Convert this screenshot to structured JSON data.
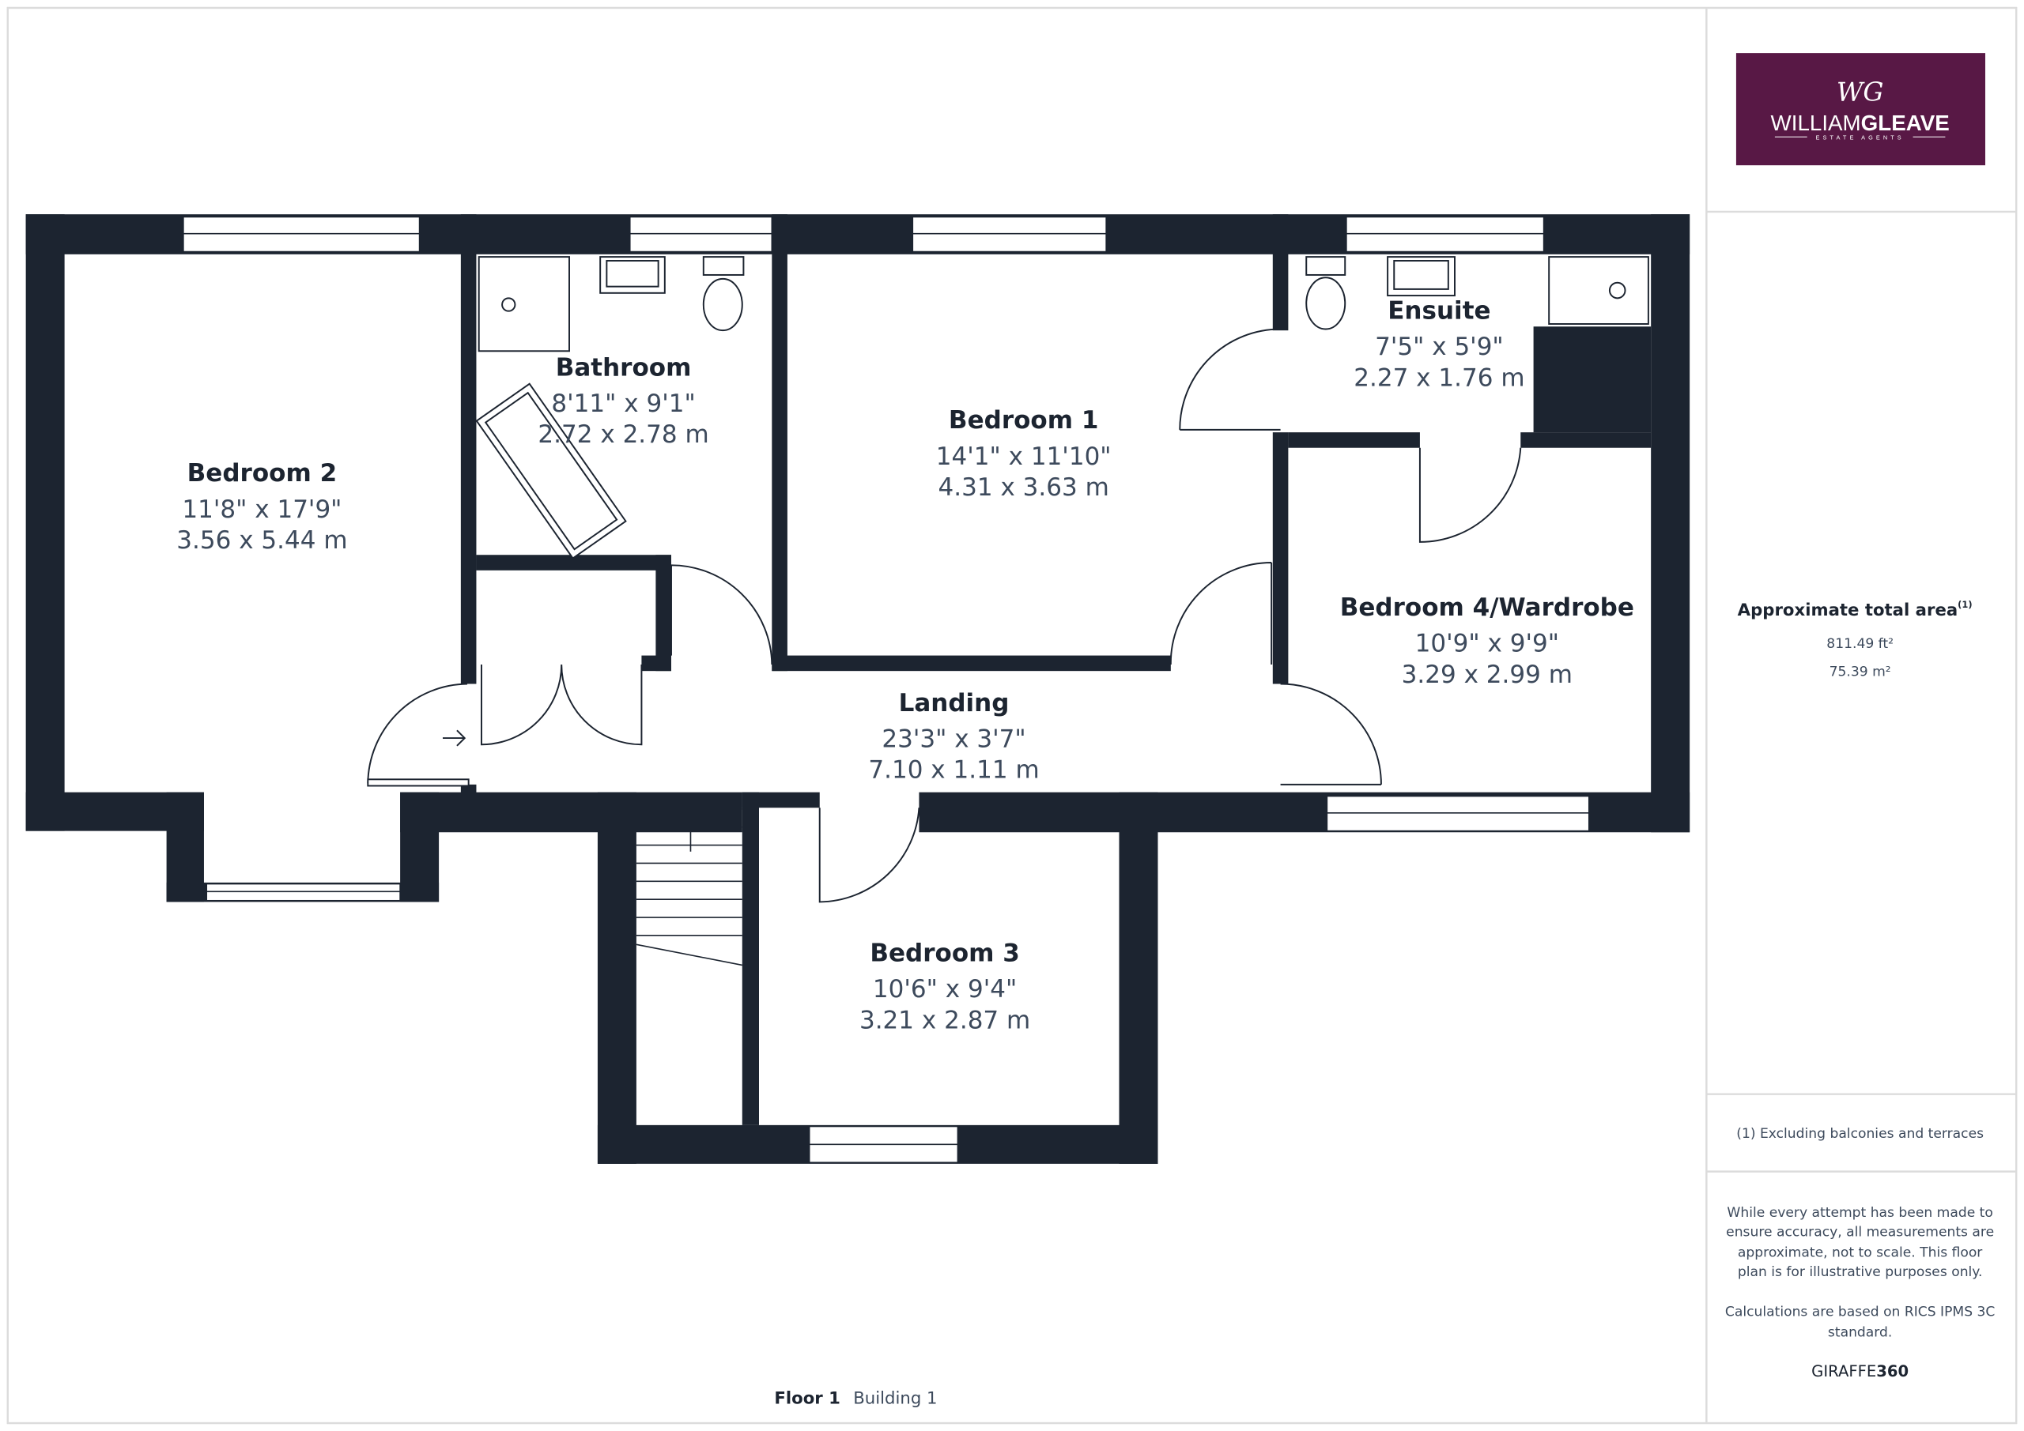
{
  "brand": {
    "name_light": "WILLIAM",
    "name_bold": "GLEAVE",
    "tagline": "ESTATE AGENTS",
    "monogram": "WG",
    "color": "#581845"
  },
  "rooms": [
    {
      "name": "Bedroom 2",
      "imperial": "11'8\" x 17'9\"",
      "metric": "3.56 x 5.44 m"
    },
    {
      "name": "Bathroom",
      "imperial": "8'11\" x 9'1\"",
      "metric": "2.72 x 2.78 m"
    },
    {
      "name": "Bedroom 1",
      "imperial": "14'1\" x 11'10\"",
      "metric": "4.31 x 3.63 m"
    },
    {
      "name": "Ensuite",
      "imperial": "7'5\" x 5'9\"",
      "metric": "2.27 x 1.76 m"
    },
    {
      "name": "Bedroom 4/Wardrobe",
      "imperial": "10'9\" x 9'9\"",
      "metric": "3.29 x 2.99 m"
    },
    {
      "name": "Landing",
      "imperial": "23'3\" x 3'7\"",
      "metric": "7.10 x 1.11 m"
    },
    {
      "name": "Bedroom 3",
      "imperial": "10'6\" x 9'4\"",
      "metric": "3.21 x 2.87 m"
    }
  ],
  "footer": {
    "floor": "Floor 1",
    "building": "Building 1"
  },
  "panel": {
    "area_title": "Approximate total area",
    "area_sup": "(1)",
    "area_ft": "811.49 ft²",
    "area_m": "75.39 m²",
    "note": "(1) Excluding balconies and terraces",
    "disclaimer": [
      "While every attempt has been made to",
      "ensure accuracy, all measurements are",
      "approximate, not to scale. This floor",
      "plan is for illustrative purposes only."
    ],
    "calc": [
      "Calculations are based on RICS IPMS 3C",
      "standard."
    ],
    "provider_light": "GIRAFFE",
    "provider_bold": "360"
  },
  "colors": {
    "wall": "#1c2430",
    "text_secondary": "#3d4a5c"
  }
}
